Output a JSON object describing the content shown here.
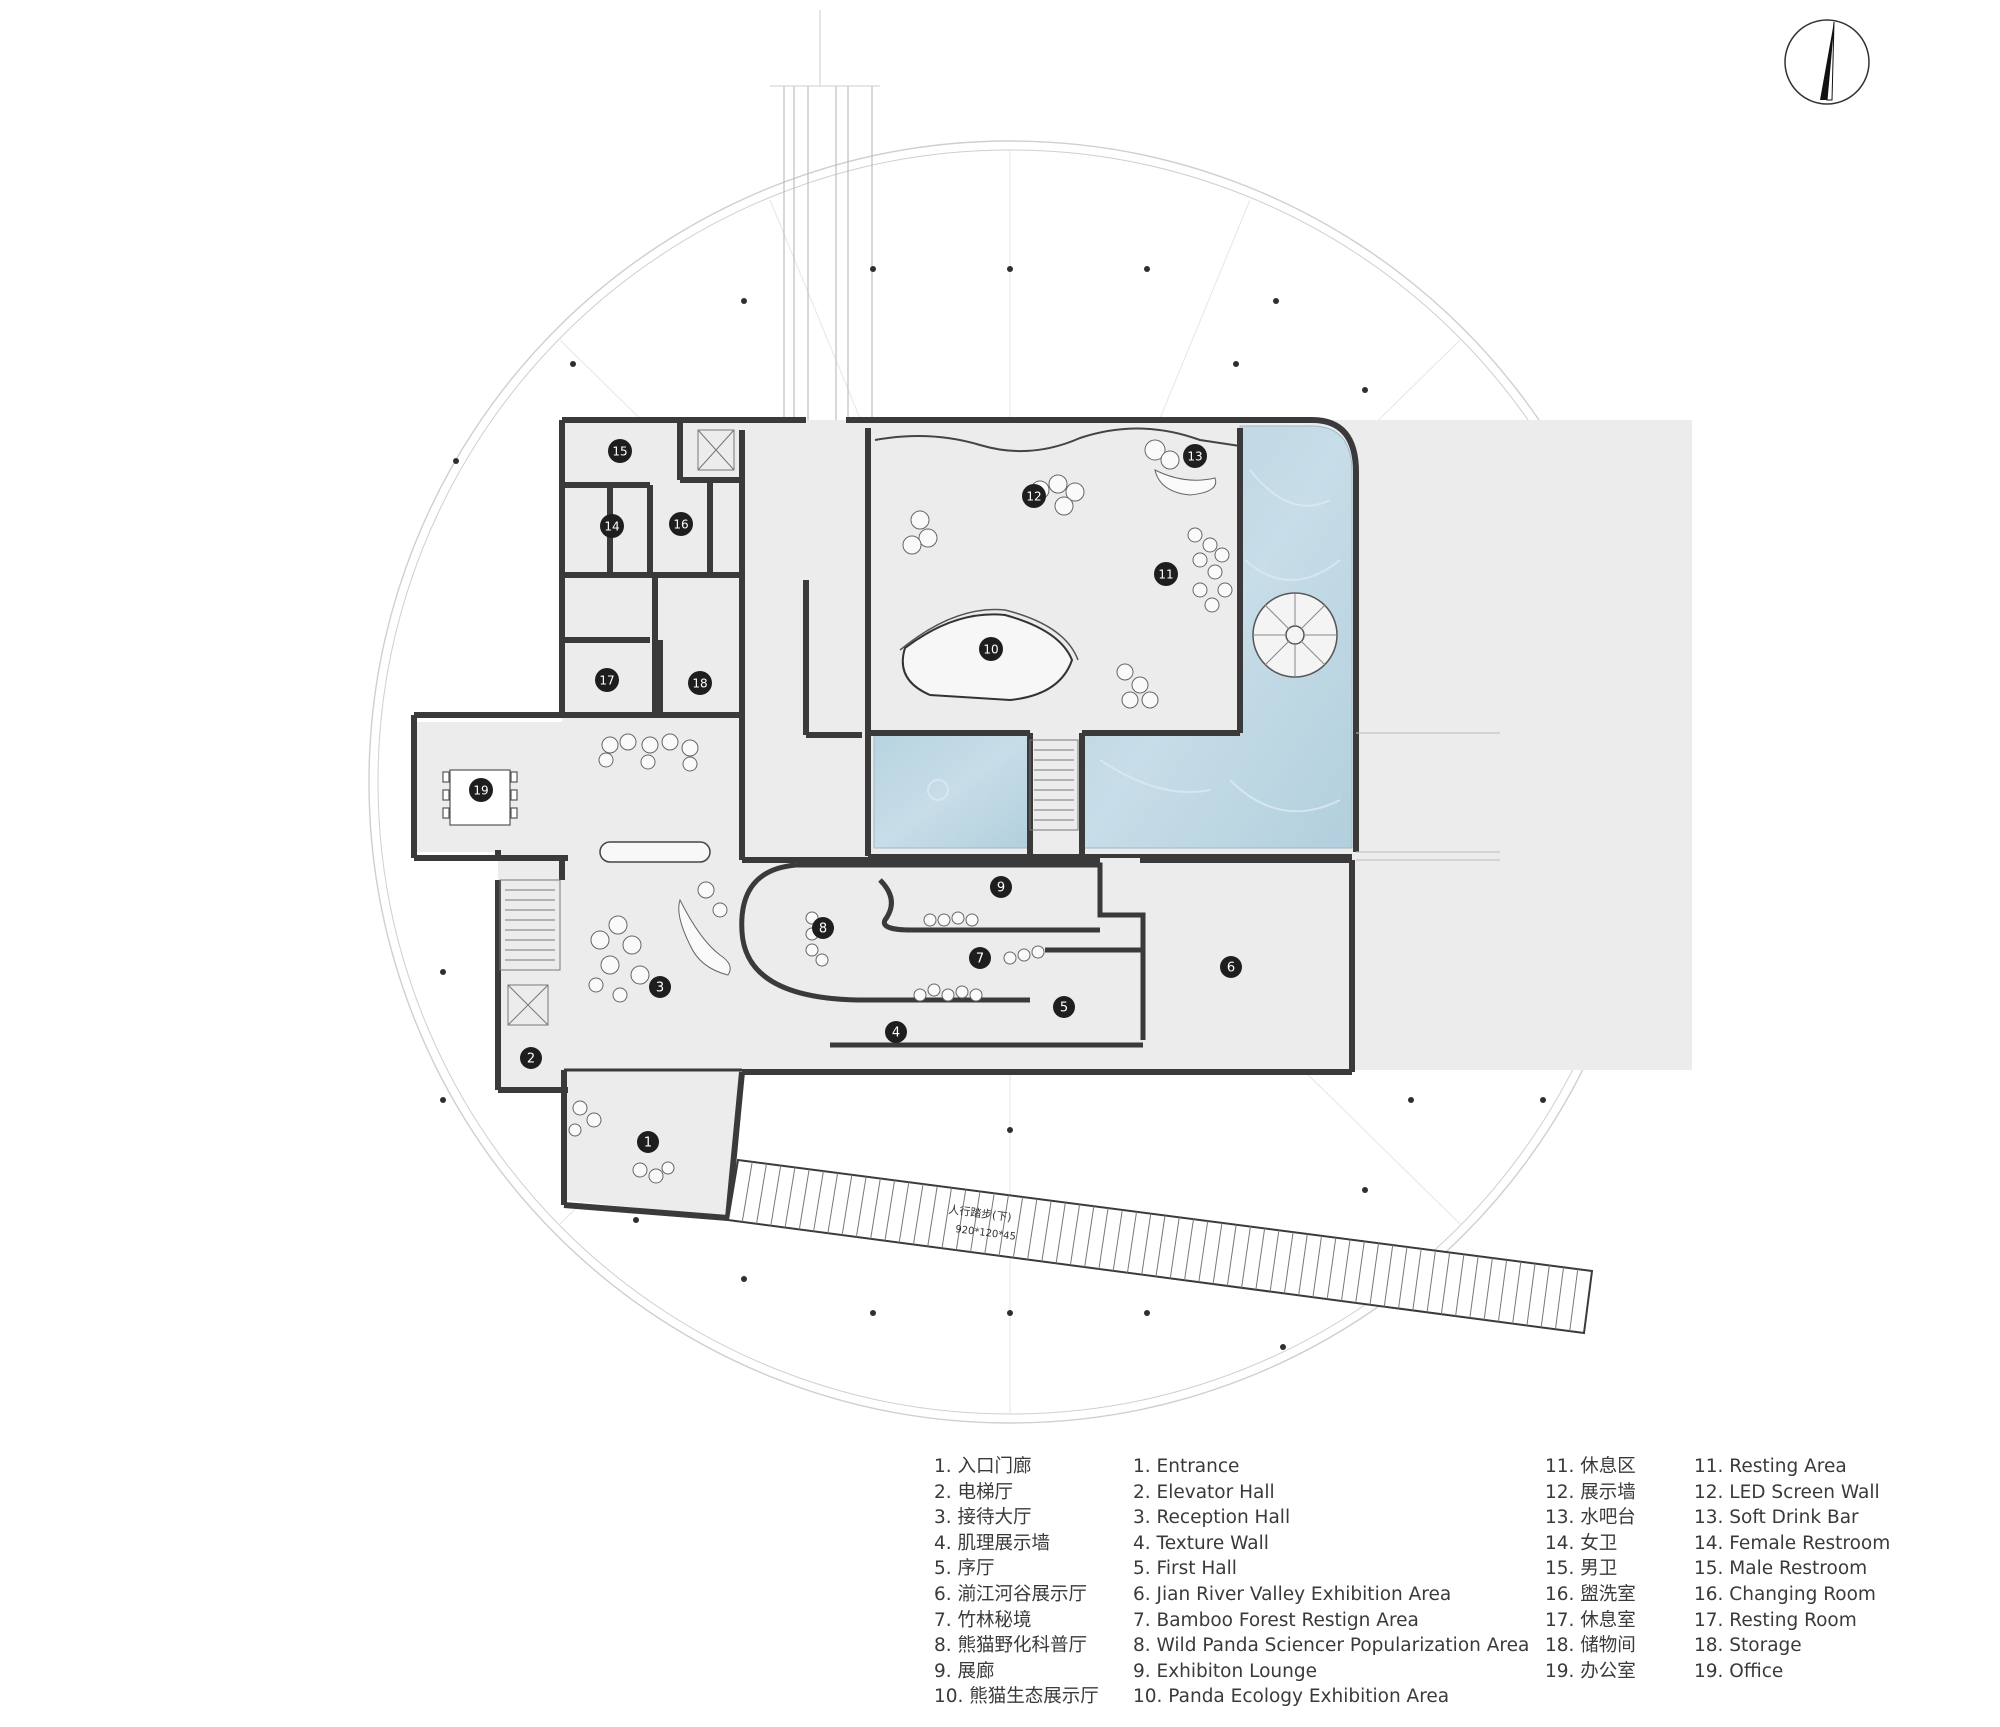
{
  "stair_label": "人行踏步(下)",
  "stair_spec": "920*120*45",
  "legend": {
    "left_zh": [
      "1. 入口门廊",
      "2. 电梯厅",
      "3. 接待大厅",
      "4. 肌理展示墙",
      "5. 序厅",
      "6. 湔江河谷展示厅",
      "7. 竹林秘境",
      "8. 熊猫野化科普厅",
      "9. 展廊",
      "10. 熊猫生态展示厅"
    ],
    "left_en": [
      "1. Entrance",
      "2. Elevator Hall",
      "3. Reception Hall",
      "4. Texture Wall",
      "5. First Hall",
      "6. Jian River Valley Exhibition Area",
      "7. Bamboo Forest Restign Area",
      "8. Wild Panda Sciencer Popularization Area",
      "9. Exhibiton Lounge",
      "10. Panda Ecology Exhibition Area"
    ],
    "right_zh": [
      "11. 休息区",
      "12. 展示墙",
      "13. 水吧台",
      "14. 女卫",
      "15. 男卫",
      "16. 盥洗室",
      "17. 休息室",
      "18. 储物间",
      "19. 办公室"
    ],
    "right_en": [
      "11. Resting Area",
      "12. LED Screen Wall",
      "13. Soft Drink Bar",
      "14. Female Restroom",
      "15. Male Restroom",
      "16. Changing Room",
      "17. Resting Room",
      "18. Storage",
      "19. Office"
    ]
  },
  "room_numbers": [
    "1",
    "2",
    "3",
    "4",
    "5",
    "6",
    "7",
    "8",
    "9",
    "10",
    "11",
    "12",
    "13",
    "14",
    "15",
    "16",
    "17",
    "18",
    "19"
  ],
  "colors": {
    "wall": "#3a3a3a",
    "floor": "#ececec",
    "water": "#bcd6e2",
    "guide": "#cfcfcf"
  },
  "icons": [
    "north-arrow-icon"
  ]
}
